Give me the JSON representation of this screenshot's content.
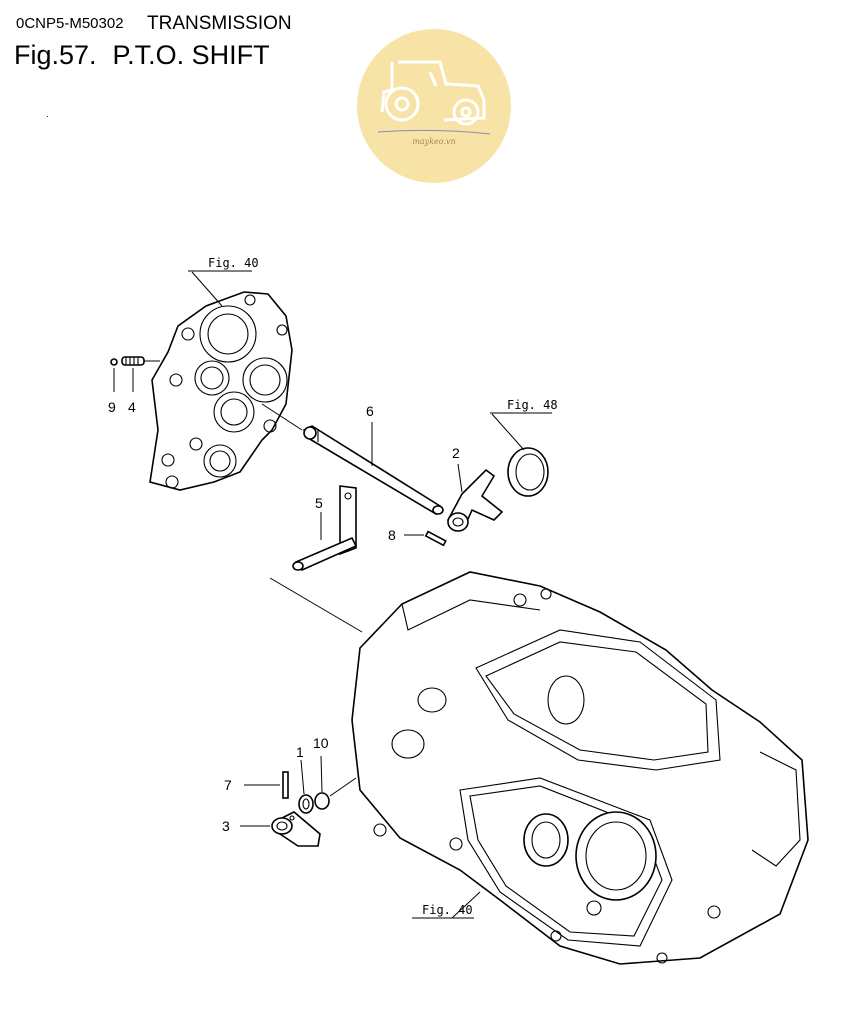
{
  "header": {
    "code": "0CNP5-M50302",
    "section": "TRANSMISSION",
    "figure_number": "Fig.57.",
    "figure_title": "P.T.O. SHIFT"
  },
  "watermark": {
    "text": "maykeo.vn",
    "bg_color": "#f8e3a6",
    "icon": "tractor-icon"
  },
  "references": {
    "fig40_top": "Fig. 40",
    "fig48": "Fig. 48",
    "fig40_bottom": "Fig. 40"
  },
  "callouts": {
    "c1": "1",
    "c2": "2",
    "c3": "3",
    "c4": "4",
    "c5": "5",
    "c6": "6",
    "c7": "7",
    "c8": "8",
    "c9": "9",
    "c10": "10"
  }
}
